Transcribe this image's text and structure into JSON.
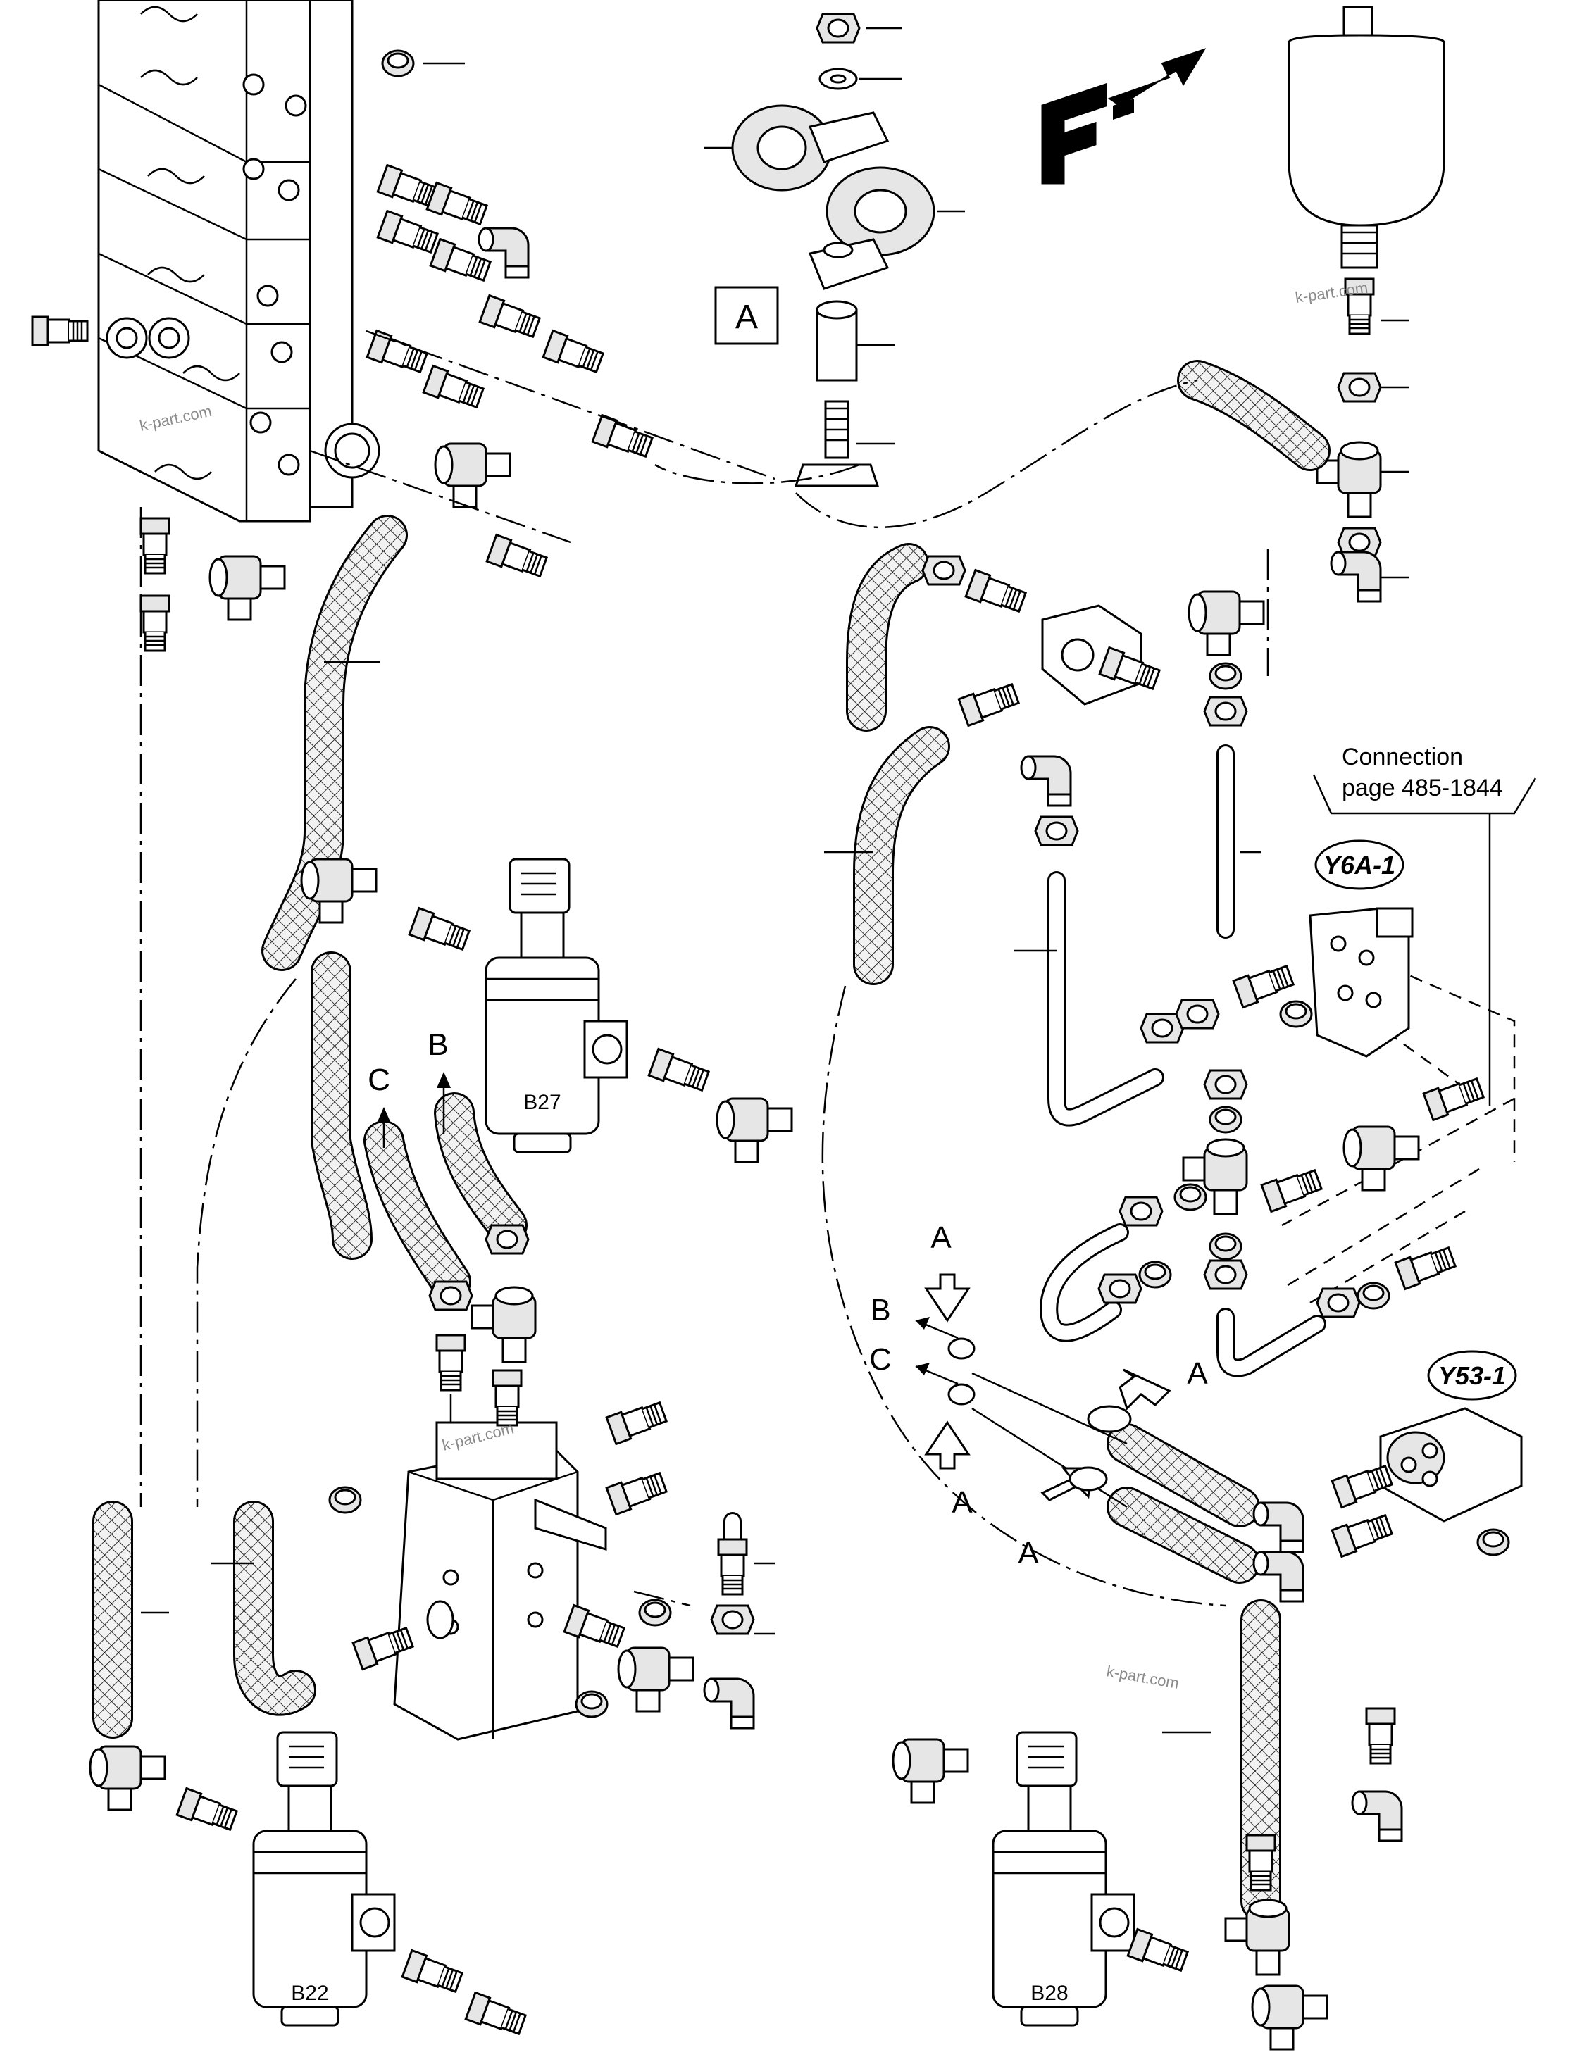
{
  "labels": {
    "section_a": "A",
    "flow_b_upper": "B",
    "flow_c_upper": "C",
    "filter_b27": "B27",
    "filter_b22": "B22",
    "filter_b28": "B28",
    "valve_y6a": "Y6A-1",
    "valve_y53": "Y53-1",
    "connection_line1": "Connection",
    "connection_line2": "page 485-1844",
    "arrow_a_top": "A",
    "arrow_b_mid": "B",
    "arrow_c_mid": "C",
    "arrow_a_right": "A",
    "arrow_a_bottom": "A",
    "arrow_a_lower": "A",
    "direction_letter": "F"
  },
  "watermarks": {
    "wm1": "k-part.com",
    "wm2": "k-part.com",
    "wm3": "k-part.com",
    "wm4": "k-part.com"
  }
}
